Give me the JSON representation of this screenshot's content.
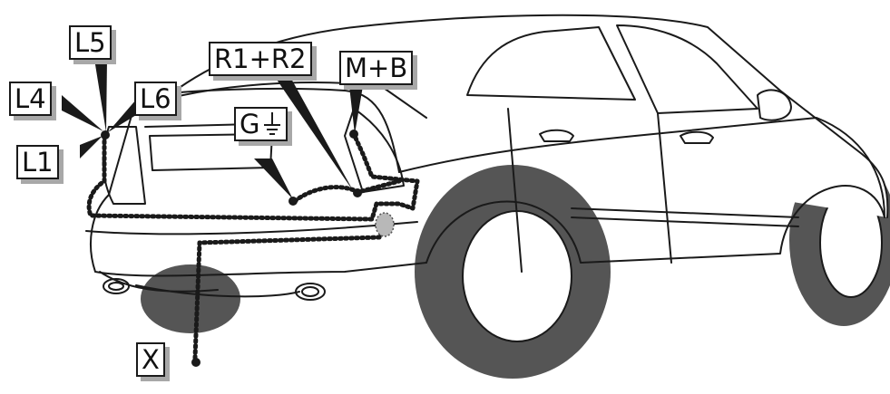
{
  "labels": {
    "l5": "L5",
    "l4": "L4",
    "l6": "L6",
    "l1": "L1",
    "r1r2": "R1+R2",
    "mb": "M+B",
    "g": "G",
    "x": "X"
  },
  "icons": {
    "ground": "ground-symbol-icon",
    "car": "car-rear-three-quarter-illustration"
  },
  "colors": {
    "line": "#1a1a1a",
    "tire": "#555555",
    "shadow": "#a8a8a8",
    "background": "#ffffff"
  }
}
